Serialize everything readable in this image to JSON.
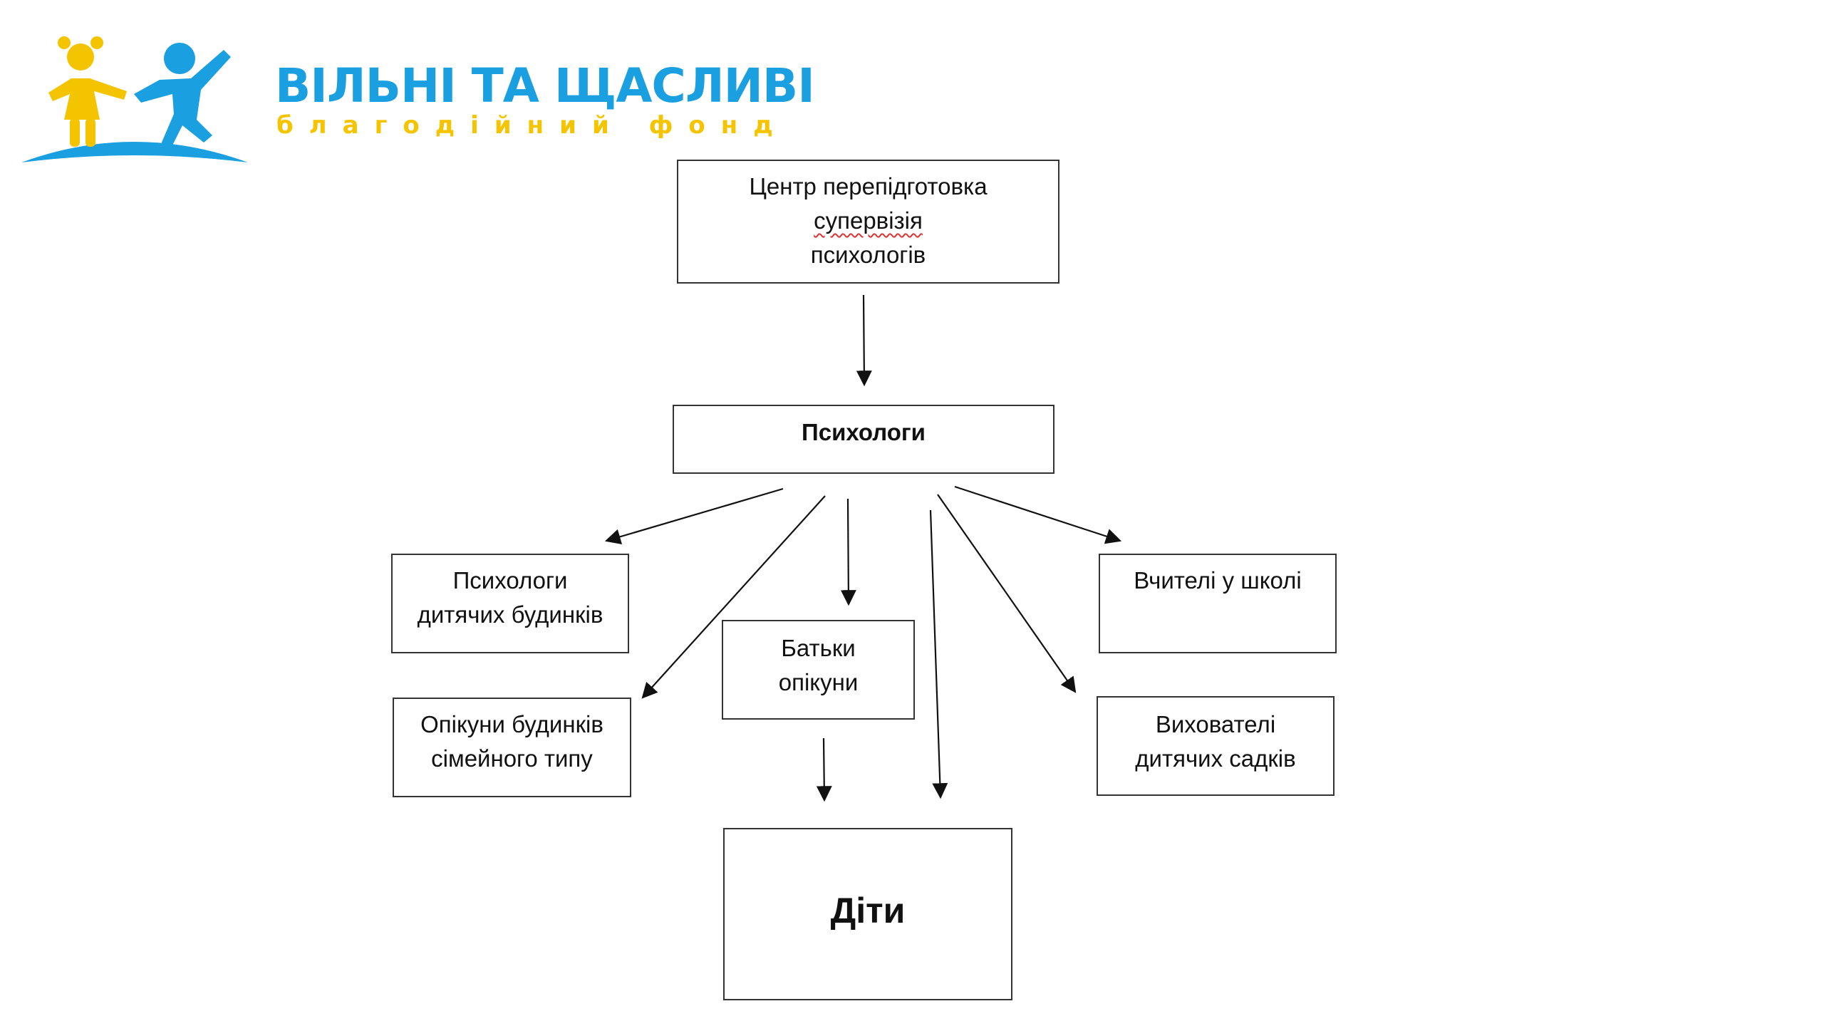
{
  "logo": {
    "title": "ВІЛЬНІ ТА ЩАСЛИВІ",
    "subtitle": "благодійний фонд",
    "colors": {
      "blue": "#1a9fe0",
      "yellow": "#f5c400"
    },
    "icon": "two-children-figures-icon"
  },
  "nodes": {
    "center": {
      "line1": "Центр перепідготовка",
      "line2": "супервізія",
      "line3": "психологів"
    },
    "psychologists": {
      "label": "Психологи"
    },
    "orphanage_psychologists": {
      "line1": "Психологи",
      "line2": "дитячих будинків"
    },
    "family_home_guardians": {
      "line1": "Опікуни будинків",
      "line2": "сімейного типу"
    },
    "parents_guardians": {
      "line1": "Батьки",
      "line2": "опікуни"
    },
    "school_teachers": {
      "label": "Вчителі у школі"
    },
    "kindergarten_teachers": {
      "line1": "Вихователі",
      "line2": "дитячих садків"
    },
    "children": {
      "label": "Діти"
    }
  }
}
